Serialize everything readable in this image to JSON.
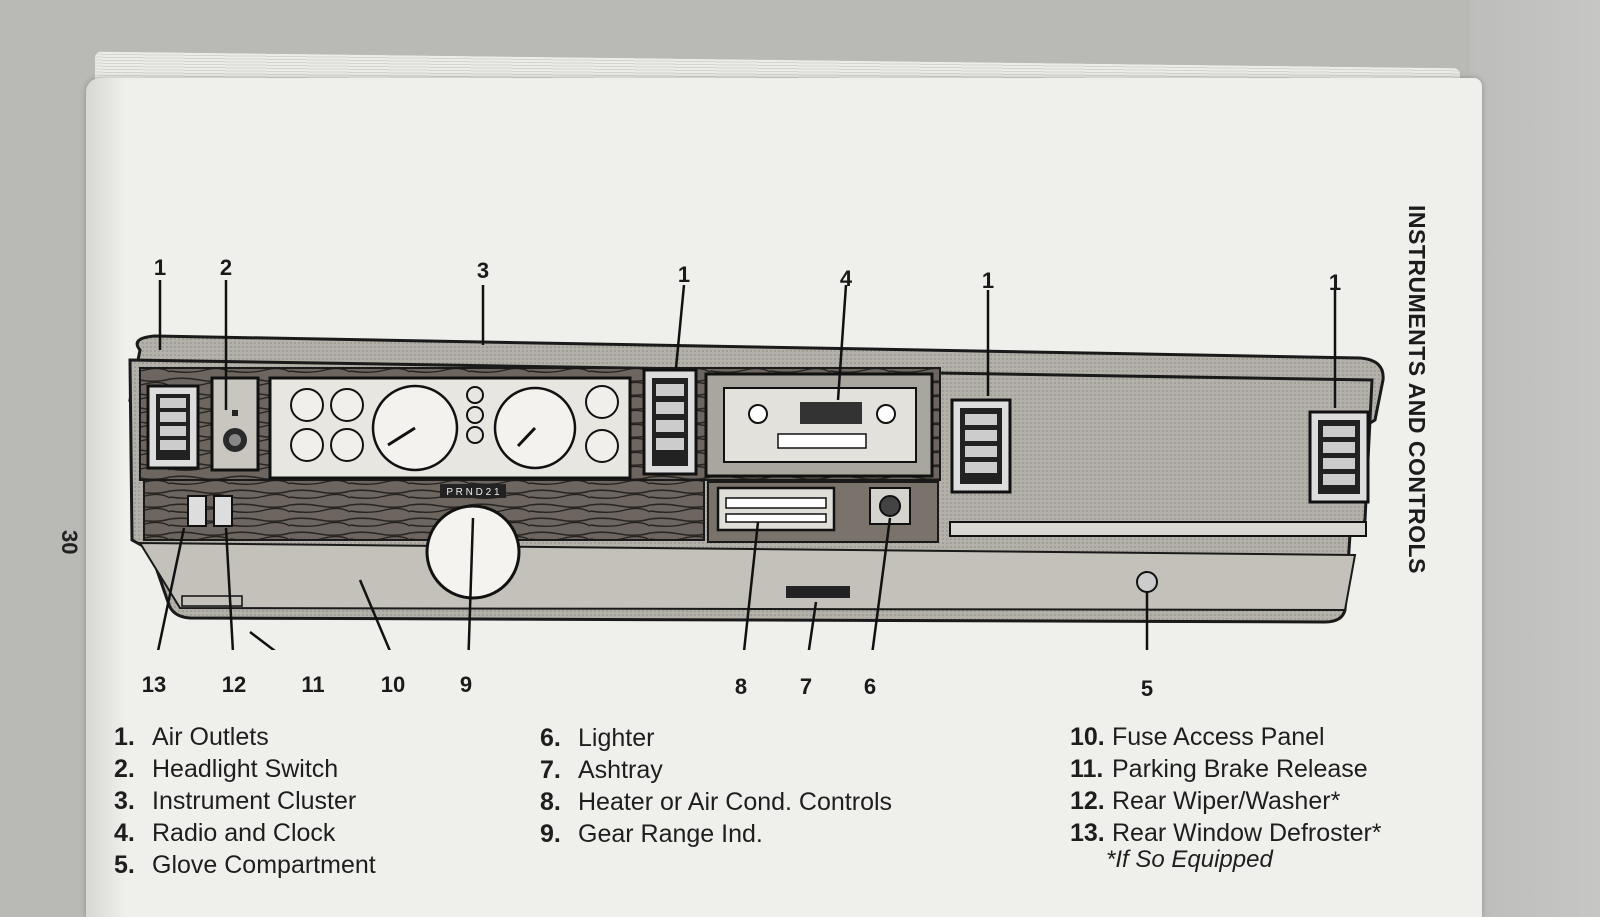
{
  "page": {
    "page_number": "30",
    "section_title": "INSTRUMENTS AND CONTROLS"
  },
  "diagram": {
    "gear_indicator_text": "P R N D 2 1",
    "callouts_top": [
      "1",
      "2",
      "3",
      "1",
      "4",
      "1",
      "1"
    ],
    "callouts_bottom": [
      "13",
      "12",
      "11",
      "10",
      "9",
      "8",
      "7",
      "6",
      "5"
    ]
  },
  "legend": {
    "column1": [
      {
        "num": "1.",
        "label": "Air Outlets"
      },
      {
        "num": "2.",
        "label": "Headlight Switch"
      },
      {
        "num": "3.",
        "label": "Instrument Cluster"
      },
      {
        "num": "4.",
        "label": "Radio and Clock"
      },
      {
        "num": "5.",
        "label": "Glove Compartment"
      }
    ],
    "column2": [
      {
        "num": "6.",
        "label": "Lighter"
      },
      {
        "num": "7.",
        "label": "Ashtray"
      },
      {
        "num": "8.",
        "label": "Heater or Air Cond. Controls"
      },
      {
        "num": "9.",
        "label": "Gear Range Ind."
      }
    ],
    "column3": [
      {
        "num": "10.",
        "label": "Fuse Access Panel"
      },
      {
        "num": "11.",
        "label": "Parking Brake Release"
      },
      {
        "num": "12.",
        "label": "Rear Wiper/Washer*"
      },
      {
        "num": "13.",
        "label": "Rear Window Defroster*"
      }
    ],
    "footnote": "*If So Equipped"
  }
}
